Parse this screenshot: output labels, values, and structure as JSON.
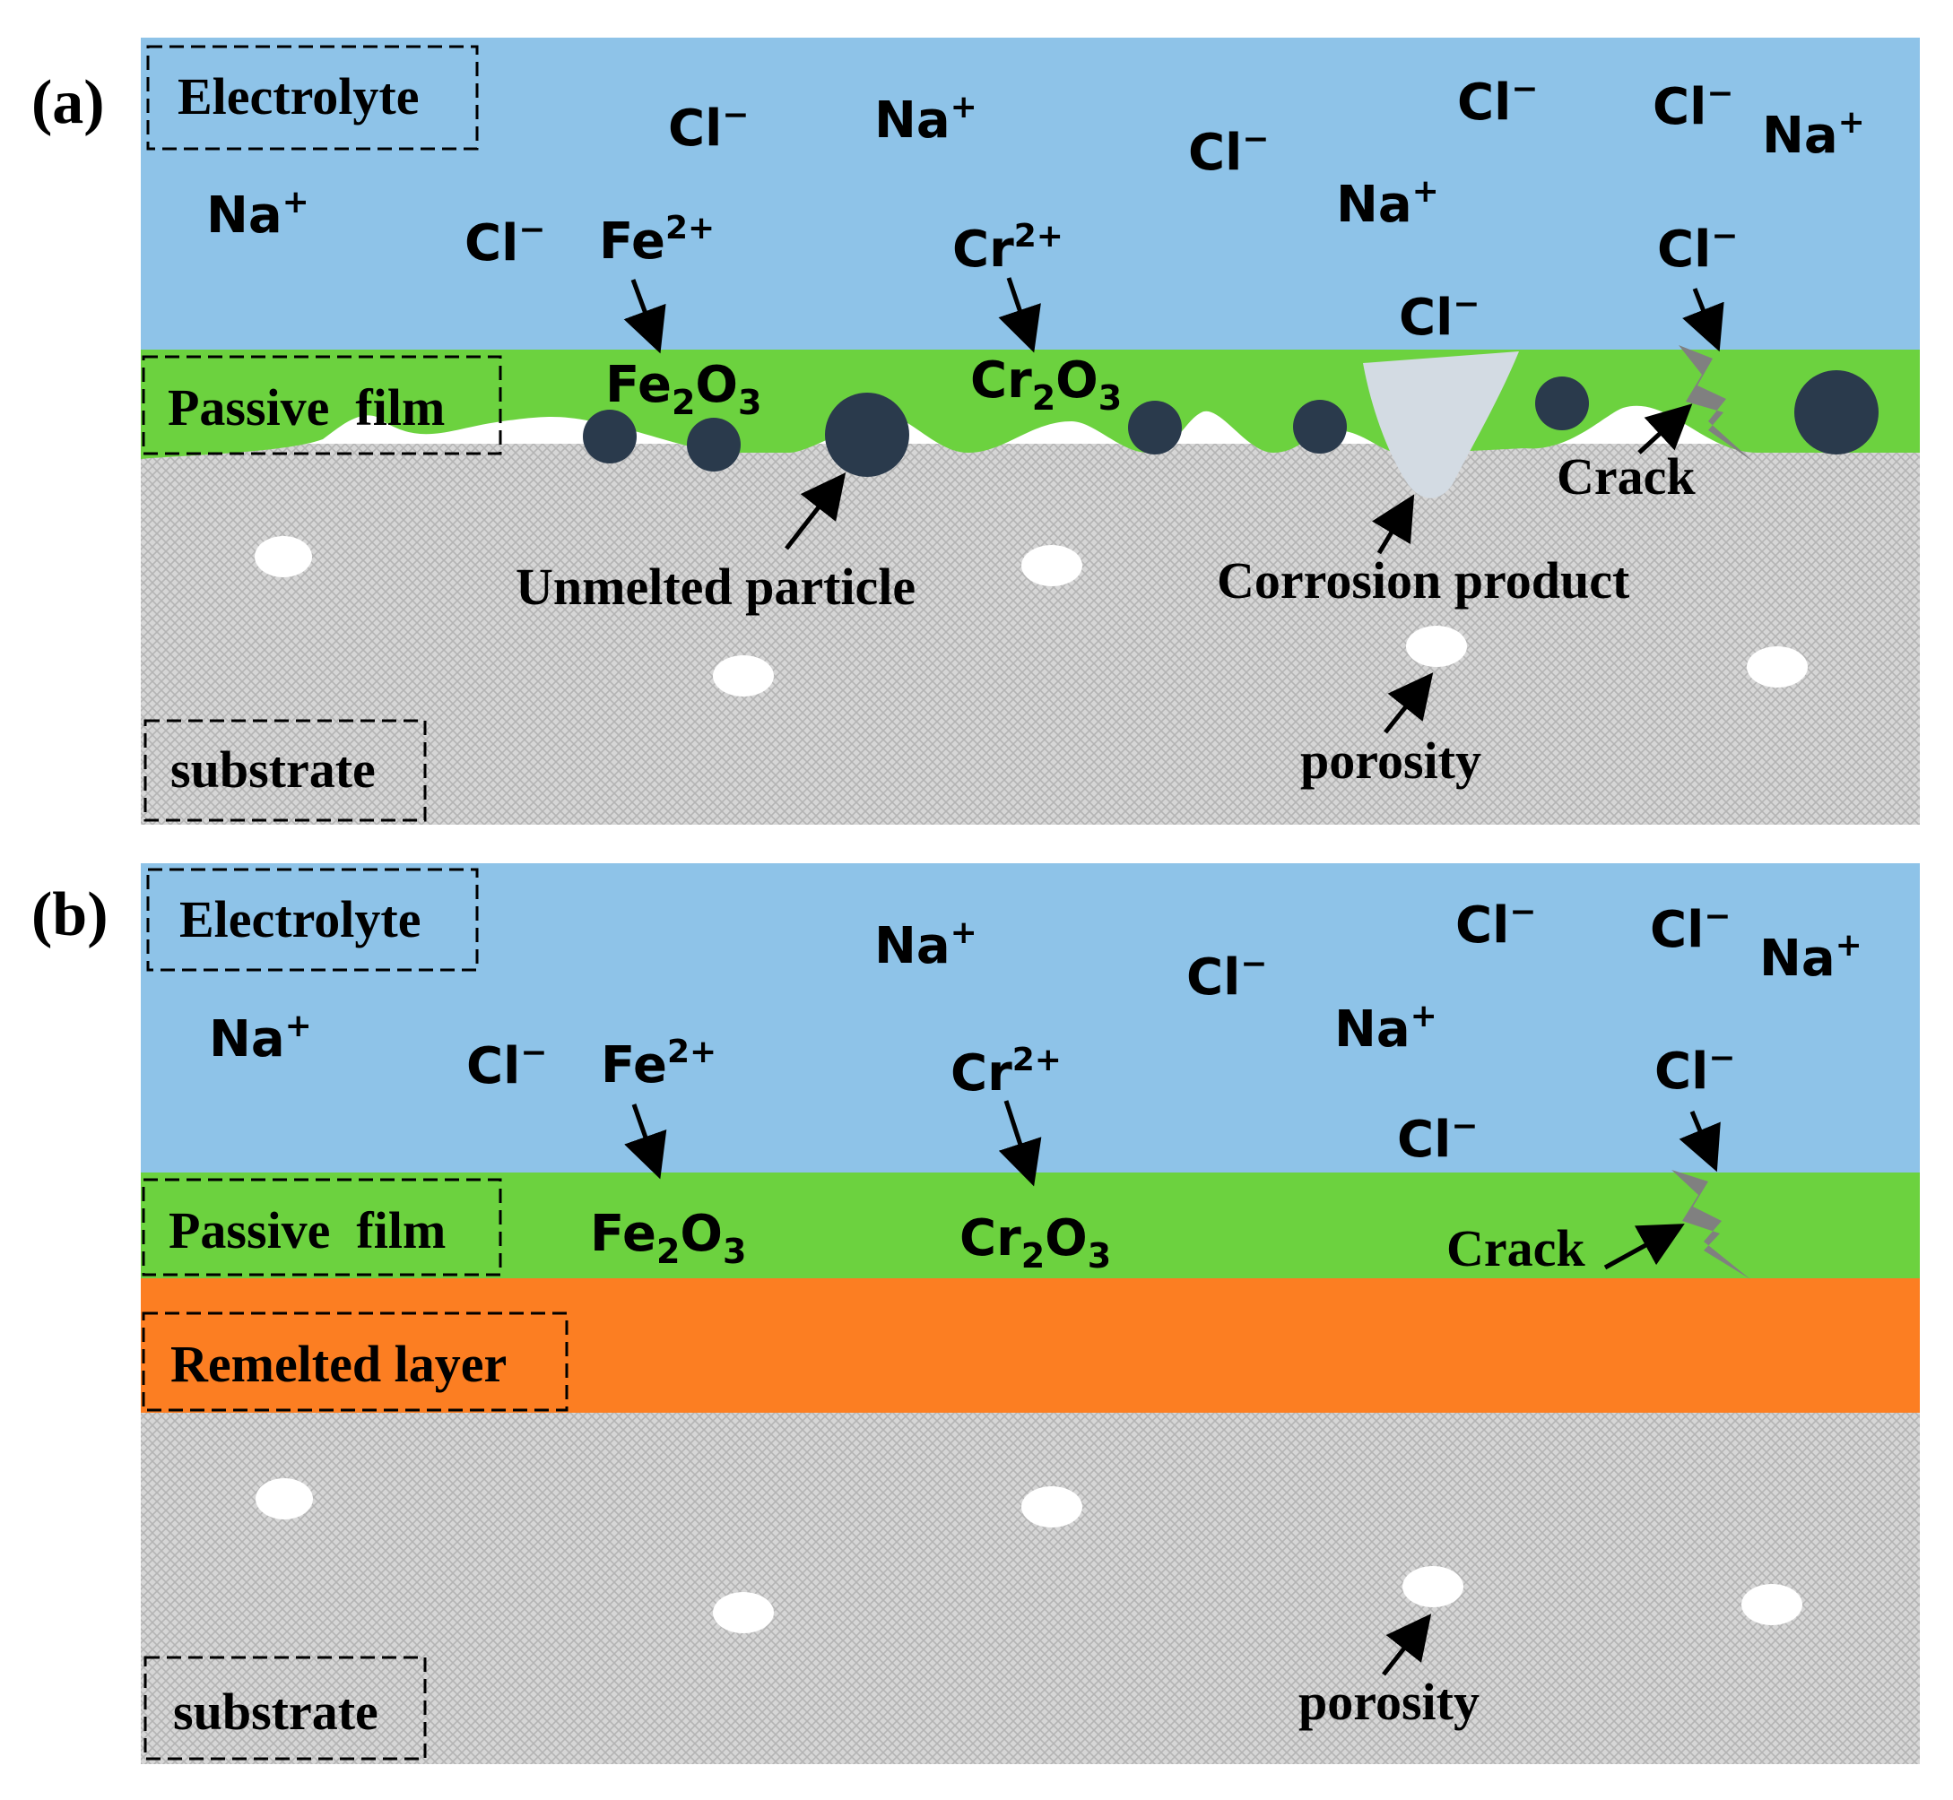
{
  "colors": {
    "electrolyte": "#8ec3e8",
    "passive_film": "#6cd23f",
    "remelted_layer": "#fc7e22",
    "substrate_base": "#d6d6d6",
    "substrate_hatch": "#b4b4b4",
    "particle": "#2a3a4c",
    "corrosion_product": "#d3dbe3",
    "crack": "#808080",
    "pore": "#ffffff",
    "text": "#000000"
  },
  "panel_a": {
    "label": "(a)",
    "electrolyte_label": "Electrolyte",
    "passive_film_label": "Passive  film",
    "substrate_label": "substrate",
    "ions": {
      "na_1": "Na",
      "na_2": "Na",
      "na_3": "Na",
      "cl_1": "Cl",
      "cl_2": "Cl",
      "cl_3": "Cl",
      "cl_4": "Cl",
      "cl_5": "Cl",
      "cl_6": "Cl",
      "cl_7": "Cl",
      "fe": "Fe",
      "cr": "Cr",
      "na_charge": "+",
      "cl_charge": "−",
      "fe_charge": "2+",
      "cr_charge": "2+"
    },
    "oxides": {
      "fe_el": "Fe",
      "fe_sub": "2",
      "fe_o": "O",
      "fe_osub": "3",
      "cr_el": "Cr",
      "cr_sub": "2",
      "cr_o": "O",
      "cr_osub": "3"
    },
    "annotations": {
      "unmelted_particle": "Unmelted particle",
      "corrosion_product": "Corrosion product",
      "crack": "Crack",
      "porosity": "porosity"
    }
  },
  "panel_b": {
    "label": "(b)",
    "electrolyte_label": "Electrolyte",
    "passive_film_label": "Passive  film",
    "remelted_layer_label": "Remelted layer",
    "substrate_label": "substrate",
    "ions": {
      "na_1": "Na",
      "na_2": "Na",
      "na_3": "Na",
      "cl_1": "Cl",
      "cl_2": "Cl",
      "cl_3": "Cl",
      "cl_4": "Cl",
      "cl_5": "Cl",
      "cl_6": "Cl",
      "fe": "Fe",
      "cr": "Cr",
      "na_charge": "+",
      "cl_charge": "−",
      "fe_charge": "2+",
      "cr_charge": "2+"
    },
    "oxides": {
      "fe_el": "Fe",
      "fe_sub": "2",
      "fe_o": "O",
      "fe_osub": "3",
      "cr_el": "Cr",
      "cr_sub": "2",
      "cr_o": "O",
      "cr_osub": "3"
    },
    "annotations": {
      "crack": "Crack",
      "porosity": "porosity"
    }
  }
}
